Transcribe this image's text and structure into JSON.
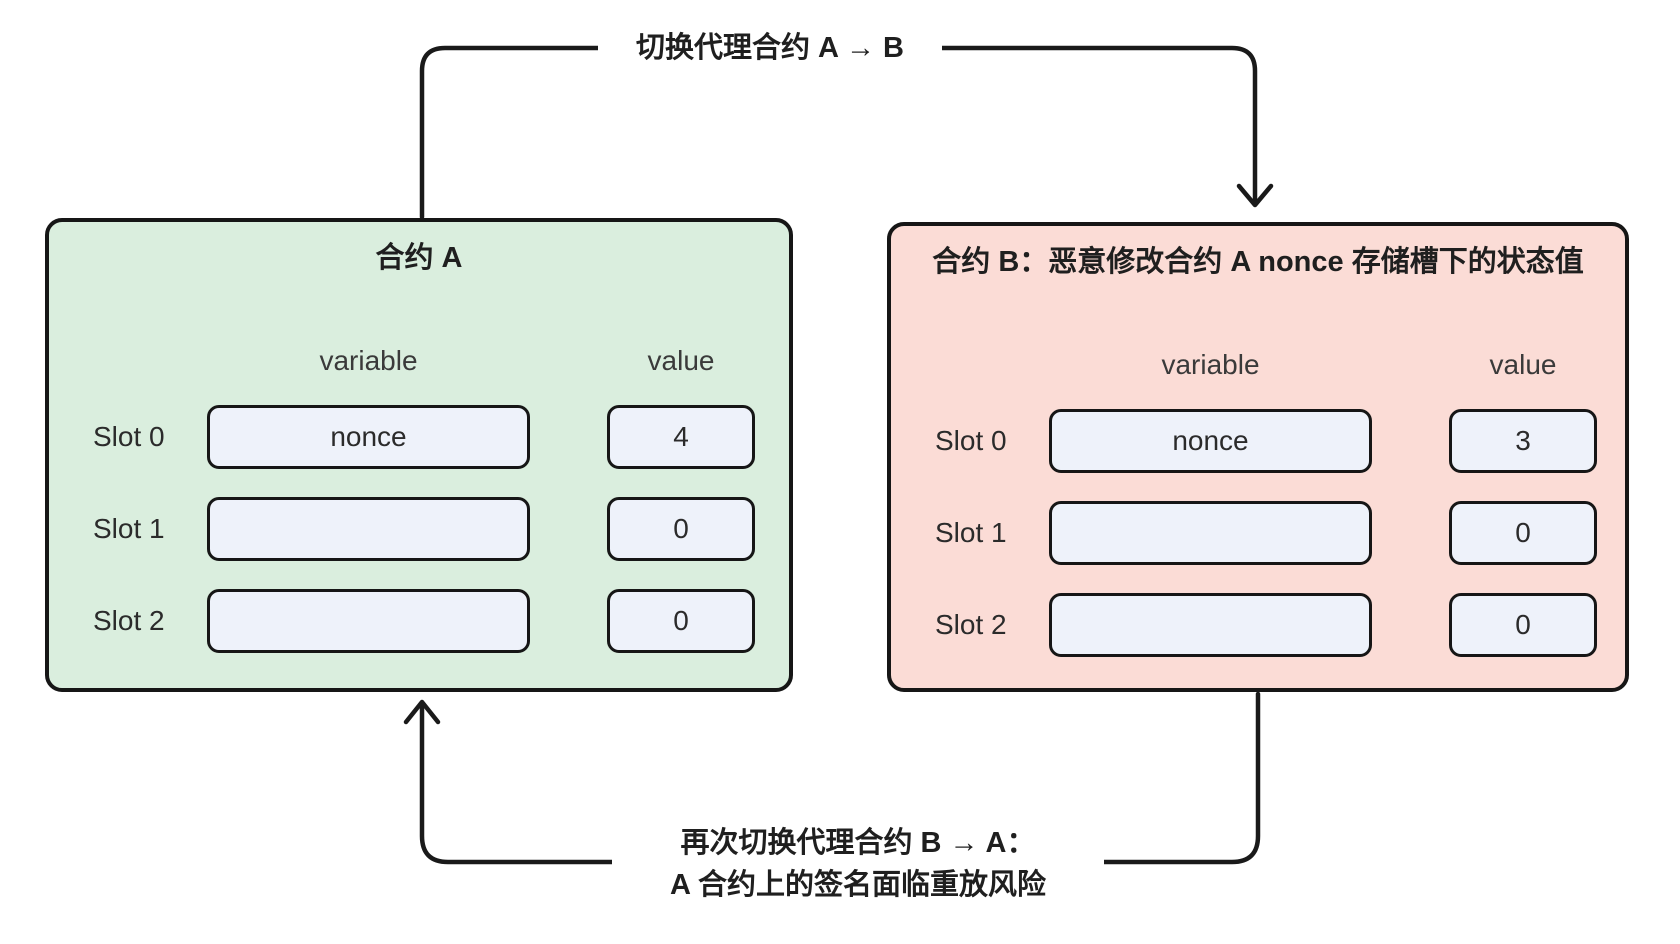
{
  "arrows": {
    "top_label": "切换代理合约 A → B",
    "bottom_label_line1": "再次切换代理合约 B → A：",
    "bottom_label_line2": "A 合约上的签名面临重放风险"
  },
  "contract_a": {
    "title": "合约 A",
    "col_variable": "variable",
    "col_value": "value",
    "slots": [
      {
        "label": "Slot 0",
        "variable": "nonce",
        "value": "4"
      },
      {
        "label": "Slot 1",
        "variable": "",
        "value": "0"
      },
      {
        "label": "Slot 2",
        "variable": "",
        "value": "0"
      }
    ]
  },
  "contract_b": {
    "title": "合约 B：恶意修改合约 A nonce 存储槽下的状态值",
    "col_variable": "variable",
    "col_value": "value",
    "slots": [
      {
        "label": "Slot 0",
        "variable": "nonce",
        "value": "3"
      },
      {
        "label": "Slot 1",
        "variable": "",
        "value": "0"
      },
      {
        "label": "Slot 2",
        "variable": "",
        "value": "0"
      }
    ]
  },
  "colors": {
    "contract_a_bg": "#daeede",
    "contract_b_bg": "#fbdcd6",
    "slot_cell_bg": "#eef2fa",
    "stroke": "#1a1a1a",
    "text": "#2b2b2b",
    "page_bg": "#ffffff"
  }
}
